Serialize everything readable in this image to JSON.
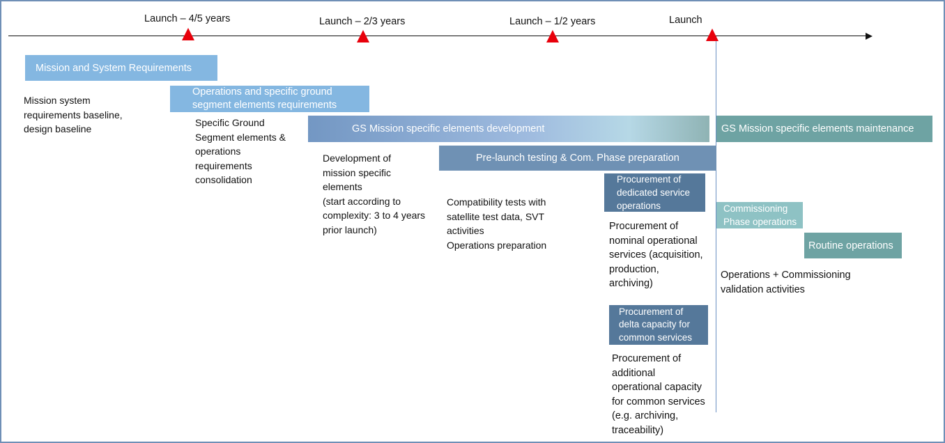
{
  "timeline": {
    "markers": [
      {
        "label": "Launch – 4/5 years"
      },
      {
        "label": "Launch – 2/3 years"
      },
      {
        "label": "Launch – 1/2 years"
      },
      {
        "label": "Launch"
      }
    ]
  },
  "bars": {
    "mission_req": "Mission and System Requirements",
    "ops_req": "Operations and specific ground segment elements requirements",
    "gs_dev": "GS Mission specific elements development",
    "gs_maint": "GS Mission specific elements maintenance",
    "prelaunch": "Pre-launch testing & Com. Phase preparation",
    "proc_dedicated": "Procurement of dedicated service operations",
    "commissioning": "Commissioning Phase operations",
    "routine": "Routine operations",
    "proc_delta": "Procurement of delta capacity for common services"
  },
  "notes": {
    "baseline": [
      "Mission system",
      "requirements baseline,",
      "design baseline"
    ],
    "consolidation": [
      "Specific Ground",
      "Segment elements &",
      "operations",
      "requirements",
      "consolidation"
    ],
    "development": [
      "Development of",
      "mission specific",
      "elements",
      "(start according to",
      "complexity: 3 to 4 years",
      "prior launch)"
    ],
    "compat": [
      "Compatibility tests with",
      "satellite test data, SVT",
      "activities",
      "Operations preparation"
    ],
    "nominal": [
      "Procurement of",
      "nominal operational",
      "services (acquisition,",
      "production,",
      "archiving)"
    ],
    "ops_comm": [
      "Operations + Commissioning",
      "validation activities"
    ],
    "additional": [
      "Procurement of",
      "additional",
      "operational capacity",
      "for common services",
      "(e.g. archiving,",
      "traceability)"
    ]
  },
  "colors": {
    "marker": "#e8000b",
    "bar_light": "#84b7e1",
    "bar_mid": "#6f91b4",
    "bar_dark": "#55789a",
    "bar_teal": "#6ea3a3",
    "bar_teal_light": "#8ec2c4",
    "frame": "#6f8fb6"
  }
}
